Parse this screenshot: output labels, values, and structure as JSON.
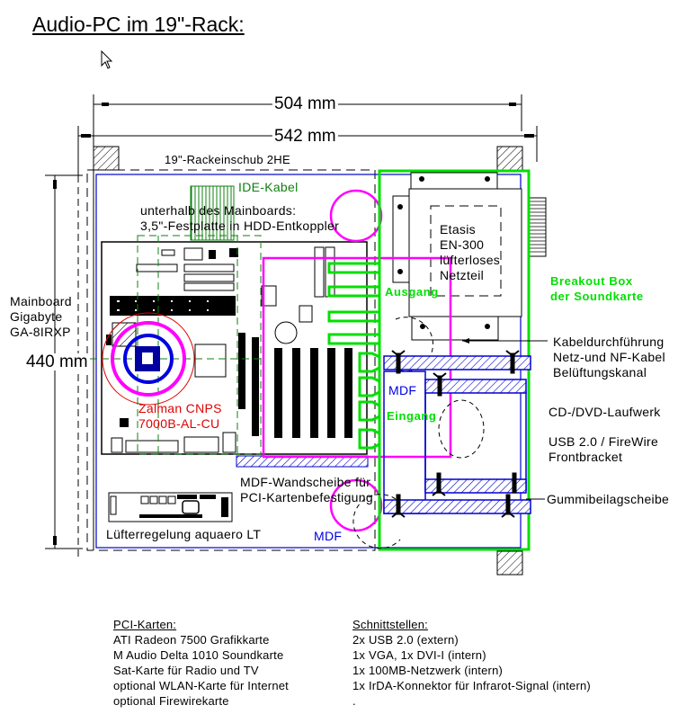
{
  "title": "Audio-PC im 19\"-Rack:",
  "dimensions": {
    "inner_width": "504 mm",
    "outer_width": "542 mm",
    "depth": "440 mm"
  },
  "labels": {
    "rack_drawer": "19\"-Rackeinschub 2HE",
    "ide_cable": "IDE-Kabel",
    "hdd_line1": "unterhalb des Mainboards:",
    "hdd_line2": "3,5\"-Festplatte in HDD-Entkoppler",
    "mainboard": [
      "Mainboard",
      "Gigabyte",
      "GA-8IRXP"
    ],
    "cooler": [
      "Zalman CNPS",
      "7000B-AL-CU"
    ],
    "psu": [
      "Etasis",
      "EN-300",
      "lüfterloses",
      "Netzteil"
    ],
    "breakout": [
      "Breakout Box",
      "der Soundkarte"
    ],
    "output": "Ausgang",
    "input": "Eingang",
    "mdf": "MDF",
    "mdf_bottom": "MDF",
    "cable_pass": [
      "Kabeldurchführung",
      "Netz-und NF-Kabel",
      "Belüftungskanal"
    ],
    "drive": "CD-/DVD-Laufwerk",
    "frontbracket": [
      "USB 2.0 / FireWire",
      "Frontbracket"
    ],
    "rubber_washer": "Gummibeilagscheibe",
    "mdf_wall": [
      "MDF-Wandscheibe für",
      "PCI-Kartenbefestigung"
    ],
    "fan_control": "Lüfterregelung aquaero LT"
  },
  "pci_cards": {
    "heading": "PCI-Karten:",
    "items": [
      "ATI Radeon 7500 Grafikkarte",
      "M Audio Delta 1010 Soundkarte",
      "Sat-Karte für Radio und TV",
      "optional WLAN-Karte für Internet",
      "optional Firewirekarte"
    ]
  },
  "interfaces": {
    "heading": "Schnittstellen:",
    "items": [
      "2x USB 2.0 (extern)",
      "1x VGA, 1x DVI-I (intern)",
      "1x 100MB-Netzwerk (intern)",
      "1x IrDA-Konnektor für Infrarot-Signal (intern)",
      "."
    ]
  },
  "colors": {
    "breakout_green": "#00e000",
    "pci_magenta": "#ff00ff",
    "mdf_blue": "#0000e0",
    "cooler_red": "#e00000",
    "ide_green": "#108010"
  }
}
